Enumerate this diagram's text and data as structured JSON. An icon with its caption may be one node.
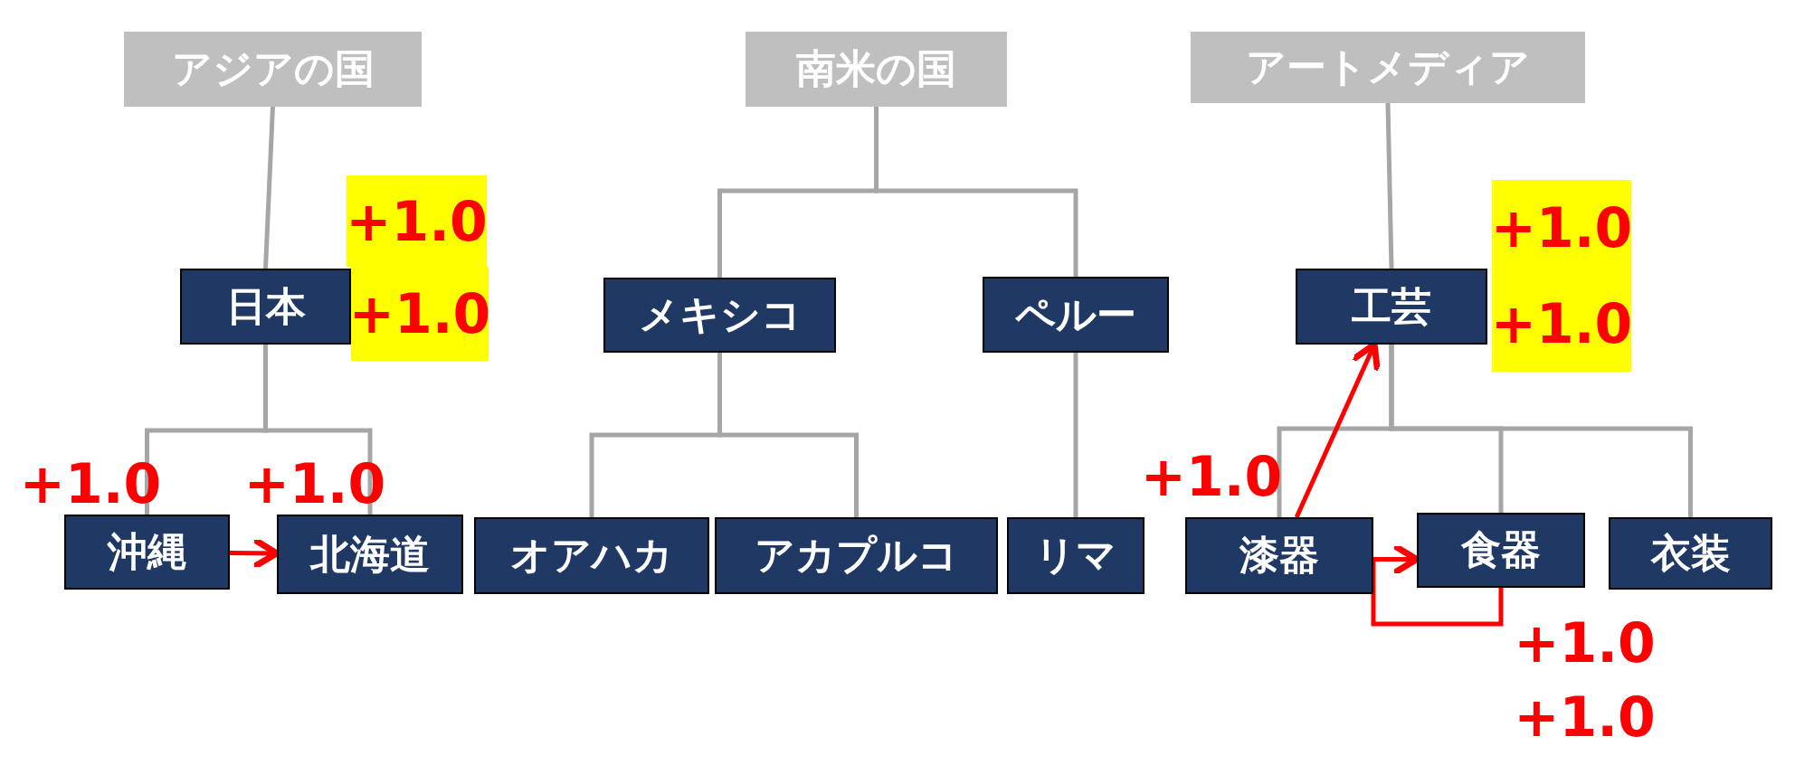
{
  "diagram": {
    "nodes": [
      {
        "text": [
          "アジアの国"
        ]
      },
      {
        "text": [
          "南米の国"
        ]
      },
      {
        "text": [
          "アートメディア"
        ]
      },
      {
        "text": [
          "日本"
        ],
        "beside": [
          "+1.0",
          "+1.0"
        ]
      },
      {
        "text": [
          "メキシコ"
        ]
      },
      {
        "text": [
          "ペルー"
        ]
      },
      {
        "text": [
          "工芸"
        ],
        "beside": [
          "+1.0",
          "+1.0"
        ]
      },
      {
        "text": [
          "沖縄"
        ],
        "beside": [
          "+1.0"
        ]
      },
      {
        "text": [
          "北海道"
        ],
        "beside": [
          "+1.0"
        ]
      },
      {
        "text": [
          "オアハカ"
        ]
      },
      {
        "text": [
          "アカプルコ"
        ]
      },
      {
        "text": [
          "リマ"
        ]
      },
      {
        "text": [
          "漆器"
        ],
        "beside": [
          "+1.0"
        ]
      },
      {
        "text": [
          "食器"
        ],
        "beside": [
          "+1.0",
          "+1.0"
        ]
      },
      {
        "text": [
          "衣装"
        ]
      }
    ],
    "edges": [
      {
        "from": 0,
        "to": 3,
        "arrow": "none"
      },
      {
        "from": 3,
        "to": 7,
        "arrow": "none"
      },
      {
        "from": 3,
        "to": 8,
        "arrow": "none"
      },
      {
        "from": 1,
        "to": 4,
        "arrow": "none"
      },
      {
        "from": 1,
        "to": 5,
        "arrow": "none"
      },
      {
        "from": 4,
        "to": 9,
        "arrow": "none"
      },
      {
        "from": 4,
        "to": 10,
        "arrow": "none"
      },
      {
        "from": 5,
        "to": 11,
        "arrow": "none"
      },
      {
        "from": 2,
        "to": 6,
        "arrow": "none"
      },
      {
        "from": 6,
        "to": 12,
        "arrow": "none"
      },
      {
        "from": 6,
        "to": 13,
        "arrow": "none"
      },
      {
        "from": 6,
        "to": 14,
        "arrow": "none"
      },
      {
        "from": 7,
        "to": 8,
        "arrow": "to",
        "color": "#ff0000"
      },
      {
        "from": 12,
        "to": 6,
        "arrow": "to",
        "color": "#ff0000"
      },
      {
        "from": 13,
        "to": 13,
        "arrow": "to",
        "color": "#ff0000"
      }
    ]
  }
}
